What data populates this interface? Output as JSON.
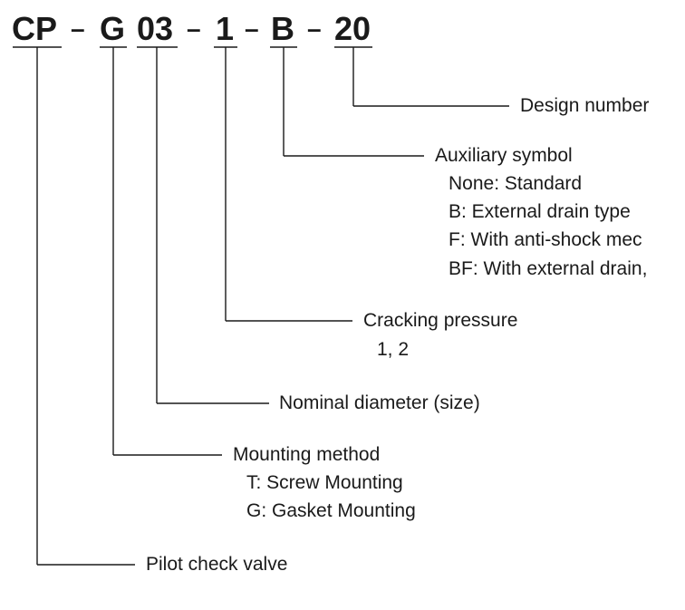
{
  "code": {
    "cp": "CP",
    "g": "G",
    "size": "03",
    "pressure": "1",
    "aux": "B",
    "design": "20",
    "dash": "–"
  },
  "fields": {
    "design_number": {
      "label": "Design number"
    },
    "auxiliary_symbol": {
      "label": "Auxiliary symbol",
      "options": [
        "None: Standard",
        "B: External drain type",
        "F: With anti-shock mec",
        "BF: With external drain,"
      ]
    },
    "cracking_pressure": {
      "label": "Cracking pressure",
      "options": [
        "1, 2"
      ]
    },
    "nominal_diameter": {
      "label": "Nominal diameter (size)"
    },
    "mounting_method": {
      "label": "Mounting method",
      "options": [
        "T: Screw Mounting",
        "G: Gasket Mounting"
      ]
    },
    "pilot_check_valve": {
      "label": "Pilot check valve"
    }
  }
}
